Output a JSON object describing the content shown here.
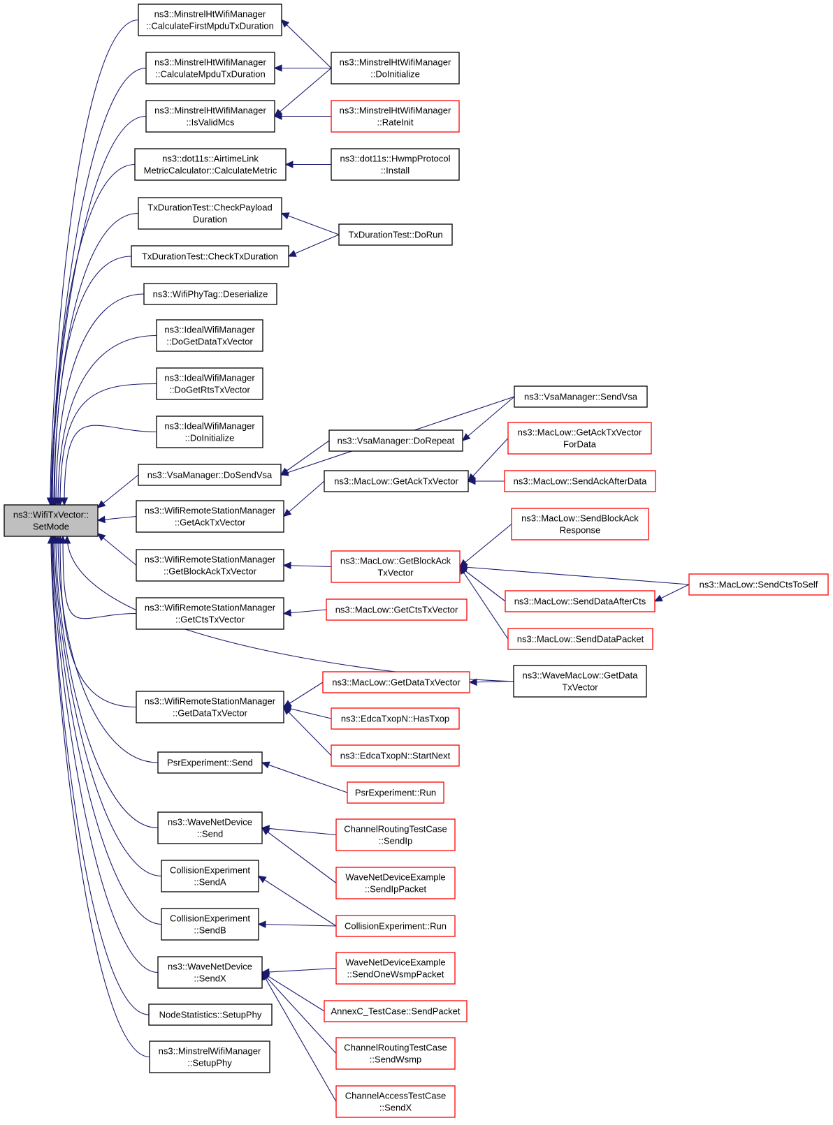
{
  "colors": {
    "edge": "#191970",
    "node_border": "#000000",
    "node_border_truncated": "#ff0000",
    "root_fill": "#bfbfbf",
    "node_fill": "#ffffff"
  },
  "root": {
    "id": "root",
    "lines": [
      "ns3::WifiTxVector::",
      "SetMode"
    ]
  },
  "nodes": [
    {
      "id": "mh_first",
      "lines": [
        "ns3::MinstrelHtWifiManager",
        "::CalculateFirstMpduTxDuration"
      ],
      "truncated": false
    },
    {
      "id": "mh_mpdu",
      "lines": [
        "ns3::MinstrelHtWifiManager",
        "::CalculateMpduTxDuration"
      ],
      "truncated": false
    },
    {
      "id": "mh_valid",
      "lines": [
        "ns3::MinstrelHtWifiManager",
        "::IsValidMcs"
      ],
      "truncated": false
    },
    {
      "id": "airtime",
      "lines": [
        "ns3::dot11s::AirtimeLink",
        "MetricCalculator::CalculateMetric"
      ],
      "truncated": false
    },
    {
      "id": "txd_payload",
      "lines": [
        "TxDurationTest::CheckPayload",
        "Duration"
      ],
      "truncated": false
    },
    {
      "id": "txd_check",
      "lines": [
        "TxDurationTest::CheckTxDuration"
      ],
      "truncated": false
    },
    {
      "id": "phytag",
      "lines": [
        "ns3::WifiPhyTag::Deserialize"
      ],
      "truncated": false
    },
    {
      "id": "ideal_data",
      "lines": [
        "ns3::IdealWifiManager",
        "::DoGetDataTxVector"
      ],
      "truncated": false
    },
    {
      "id": "ideal_rts",
      "lines": [
        "ns3::IdealWifiManager",
        "::DoGetRtsTxVector"
      ],
      "truncated": false
    },
    {
      "id": "ideal_init",
      "lines": [
        "ns3::IdealWifiManager",
        "::DoInitialize"
      ],
      "truncated": false
    },
    {
      "id": "vsa_dosend",
      "lines": [
        "ns3::VsaManager::DoSendVsa"
      ],
      "truncated": false
    },
    {
      "id": "wrsm_ack",
      "lines": [
        "ns3::WifiRemoteStationManager",
        "::GetAckTxVector"
      ],
      "truncated": false
    },
    {
      "id": "wrsm_back",
      "lines": [
        "ns3::WifiRemoteStationManager",
        "::GetBlockAckTxVector"
      ],
      "truncated": false
    },
    {
      "id": "wrsm_cts",
      "lines": [
        "ns3::WifiRemoteStationManager",
        "::GetCtsTxVector"
      ],
      "truncated": false
    },
    {
      "id": "wrsm_data",
      "lines": [
        "ns3::WifiRemoteStationManager",
        "::GetDataTxVector"
      ],
      "truncated": false
    },
    {
      "id": "psr_send",
      "lines": [
        "PsrExperiment::Send"
      ],
      "truncated": false
    },
    {
      "id": "wnd_send",
      "lines": [
        "ns3::WaveNetDevice",
        "::Send"
      ],
      "truncated": false
    },
    {
      "id": "coll_a",
      "lines": [
        "CollisionExperiment",
        "::SendA"
      ],
      "truncated": false
    },
    {
      "id": "coll_b",
      "lines": [
        "CollisionExperiment",
        "::SendB"
      ],
      "truncated": false
    },
    {
      "id": "wnd_sendx",
      "lines": [
        "ns3::WaveNetDevice",
        "::SendX"
      ],
      "truncated": false
    },
    {
      "id": "nodestats",
      "lines": [
        "NodeStatistics::SetupPhy"
      ],
      "truncated": false
    },
    {
      "id": "minstrel_setup",
      "lines": [
        "ns3::MinstrelWifiManager",
        "::SetupPhy"
      ],
      "truncated": false
    },
    {
      "id": "mh_doinit",
      "lines": [
        "ns3::MinstrelHtWifiManager",
        "::DoInitialize"
      ],
      "truncated": false
    },
    {
      "id": "mh_rateinit",
      "lines": [
        "ns3::MinstrelHtWifiManager",
        "::RateInit"
      ],
      "truncated": true
    },
    {
      "id": "hwmp_install",
      "lines": [
        "ns3::dot11s::HwmpProtocol",
        "::Install"
      ],
      "truncated": false
    },
    {
      "id": "txd_dorun",
      "lines": [
        "TxDurationTest::DoRun"
      ],
      "truncated": false
    },
    {
      "id": "vsa_sendvsa",
      "lines": [
        "ns3::VsaManager::SendVsa"
      ],
      "truncated": false
    },
    {
      "id": "vsa_repeat",
      "lines": [
        "ns3::VsaManager::DoRepeat"
      ],
      "truncated": false
    },
    {
      "id": "ml_getack",
      "lines": [
        "ns3::MacLow::GetAckTxVector"
      ],
      "truncated": false
    },
    {
      "id": "ml_getackfor",
      "lines": [
        "ns3::MacLow::GetAckTxVector",
        "ForData"
      ],
      "truncated": true
    },
    {
      "id": "ml_sendackafter",
      "lines": [
        "ns3::MacLow::SendAckAfterData"
      ],
      "truncated": true
    },
    {
      "id": "ml_sendback",
      "lines": [
        "ns3::MacLow::SendBlockAck",
        "Response"
      ],
      "truncated": true
    },
    {
      "id": "ml_getback",
      "lines": [
        "ns3::MacLow::GetBlockAck",
        "TxVector"
      ],
      "truncated": true
    },
    {
      "id": "ml_ctstoself",
      "lines": [
        "ns3::MacLow::SendCtsToSelf"
      ],
      "truncated": true
    },
    {
      "id": "ml_dataaftercts",
      "lines": [
        "ns3::MacLow::SendDataAfterCts"
      ],
      "truncated": true
    },
    {
      "id": "ml_getcts",
      "lines": [
        "ns3::MacLow::GetCtsTxVector"
      ],
      "truncated": true
    },
    {
      "id": "ml_datapacket",
      "lines": [
        "ns3::MacLow::SendDataPacket"
      ],
      "truncated": true
    },
    {
      "id": "wml_getdata",
      "lines": [
        "ns3::WaveMacLow::GetData",
        "TxVector"
      ],
      "truncated": false
    },
    {
      "id": "ml_getdata",
      "lines": [
        "ns3::MacLow::GetDataTxVector"
      ],
      "truncated": true
    },
    {
      "id": "edca_has",
      "lines": [
        "ns3::EdcaTxopN::HasTxop"
      ],
      "truncated": true
    },
    {
      "id": "edca_start",
      "lines": [
        "ns3::EdcaTxopN::StartNext"
      ],
      "truncated": true
    },
    {
      "id": "psr_run",
      "lines": [
        "PsrExperiment::Run"
      ],
      "truncated": true
    },
    {
      "id": "crt_sendip",
      "lines": [
        "ChannelRoutingTestCase",
        "::SendIp"
      ],
      "truncated": true
    },
    {
      "id": "wnde_sendip",
      "lines": [
        "WaveNetDeviceExample",
        "::SendIpPacket"
      ],
      "truncated": true
    },
    {
      "id": "coll_run",
      "lines": [
        "CollisionExperiment::Run"
      ],
      "truncated": true
    },
    {
      "id": "wnde_wsmp",
      "lines": [
        "WaveNetDeviceExample",
        "::SendOneWsmpPacket"
      ],
      "truncated": true
    },
    {
      "id": "annexc",
      "lines": [
        "AnnexC_TestCase::SendPacket"
      ],
      "truncated": true
    },
    {
      "id": "crt_wsmp",
      "lines": [
        "ChannelRoutingTestCase",
        "::SendWsmp"
      ],
      "truncated": true
    },
    {
      "id": "cat_sendx",
      "lines": [
        "ChannelAccessTestCase",
        "::SendX"
      ],
      "truncated": true
    }
  ],
  "edges": [
    {
      "from": "mh_first",
      "to": "root"
    },
    {
      "from": "mh_mpdu",
      "to": "root"
    },
    {
      "from": "mh_valid",
      "to": "root"
    },
    {
      "from": "airtime",
      "to": "root"
    },
    {
      "from": "txd_payload",
      "to": "root"
    },
    {
      "from": "txd_check",
      "to": "root"
    },
    {
      "from": "phytag",
      "to": "root"
    },
    {
      "from": "ideal_data",
      "to": "root"
    },
    {
      "from": "ideal_rts",
      "to": "root"
    },
    {
      "from": "ideal_init",
      "to": "root"
    },
    {
      "from": "vsa_dosend",
      "to": "root"
    },
    {
      "from": "wrsm_ack",
      "to": "root"
    },
    {
      "from": "wrsm_back",
      "to": "root"
    },
    {
      "from": "wrsm_cts",
      "to": "root"
    },
    {
      "from": "wml_getdata",
      "to": "root"
    },
    {
      "from": "wrsm_data",
      "to": "root"
    },
    {
      "from": "psr_send",
      "to": "root"
    },
    {
      "from": "wnd_send",
      "to": "root"
    },
    {
      "from": "coll_a",
      "to": "root"
    },
    {
      "from": "coll_b",
      "to": "root"
    },
    {
      "from": "wnd_sendx",
      "to": "root"
    },
    {
      "from": "nodestats",
      "to": "root"
    },
    {
      "from": "minstrel_setup",
      "to": "root"
    },
    {
      "from": "mh_doinit",
      "to": "mh_first"
    },
    {
      "from": "mh_doinit",
      "to": "mh_mpdu"
    },
    {
      "from": "mh_doinit",
      "to": "mh_valid"
    },
    {
      "from": "mh_rateinit",
      "to": "mh_valid"
    },
    {
      "from": "hwmp_install",
      "to": "airtime"
    },
    {
      "from": "txd_dorun",
      "to": "txd_payload"
    },
    {
      "from": "txd_dorun",
      "to": "txd_check"
    },
    {
      "from": "vsa_sendvsa",
      "to": "vsa_dosend"
    },
    {
      "from": "vsa_repeat",
      "to": "vsa_dosend"
    },
    {
      "from": "vsa_sendvsa",
      "to": "vsa_repeat"
    },
    {
      "from": "ml_getack",
      "to": "wrsm_ack"
    },
    {
      "from": "ml_getackfor",
      "to": "ml_getack"
    },
    {
      "from": "ml_sendackafter",
      "to": "ml_getack"
    },
    {
      "from": "ml_getback",
      "to": "wrsm_back"
    },
    {
      "from": "ml_sendback",
      "to": "ml_getback"
    },
    {
      "from": "ml_ctstoself",
      "to": "ml_getback"
    },
    {
      "from": "ml_dataaftercts",
      "to": "ml_getback"
    },
    {
      "from": "ml_datapacket",
      "to": "ml_getback"
    },
    {
      "from": "ml_ctstoself",
      "to": "ml_dataaftercts"
    },
    {
      "from": "ml_getcts",
      "to": "wrsm_cts"
    },
    {
      "from": "ml_getdata",
      "to": "wrsm_data"
    },
    {
      "from": "edca_has",
      "to": "wrsm_data"
    },
    {
      "from": "edca_start",
      "to": "wrsm_data"
    },
    {
      "from": "wml_getdata",
      "to": "ml_getdata"
    },
    {
      "from": "psr_run",
      "to": "psr_send"
    },
    {
      "from": "crt_sendip",
      "to": "wnd_send"
    },
    {
      "from": "wnde_sendip",
      "to": "wnd_send"
    },
    {
      "from": "coll_run",
      "to": "coll_a"
    },
    {
      "from": "coll_run",
      "to": "coll_b"
    },
    {
      "from": "wnde_wsmp",
      "to": "wnd_sendx"
    },
    {
      "from": "annexc",
      "to": "wnd_sendx"
    },
    {
      "from": "crt_wsmp",
      "to": "wnd_sendx"
    },
    {
      "from": "cat_sendx",
      "to": "wnd_sendx"
    }
  ]
}
